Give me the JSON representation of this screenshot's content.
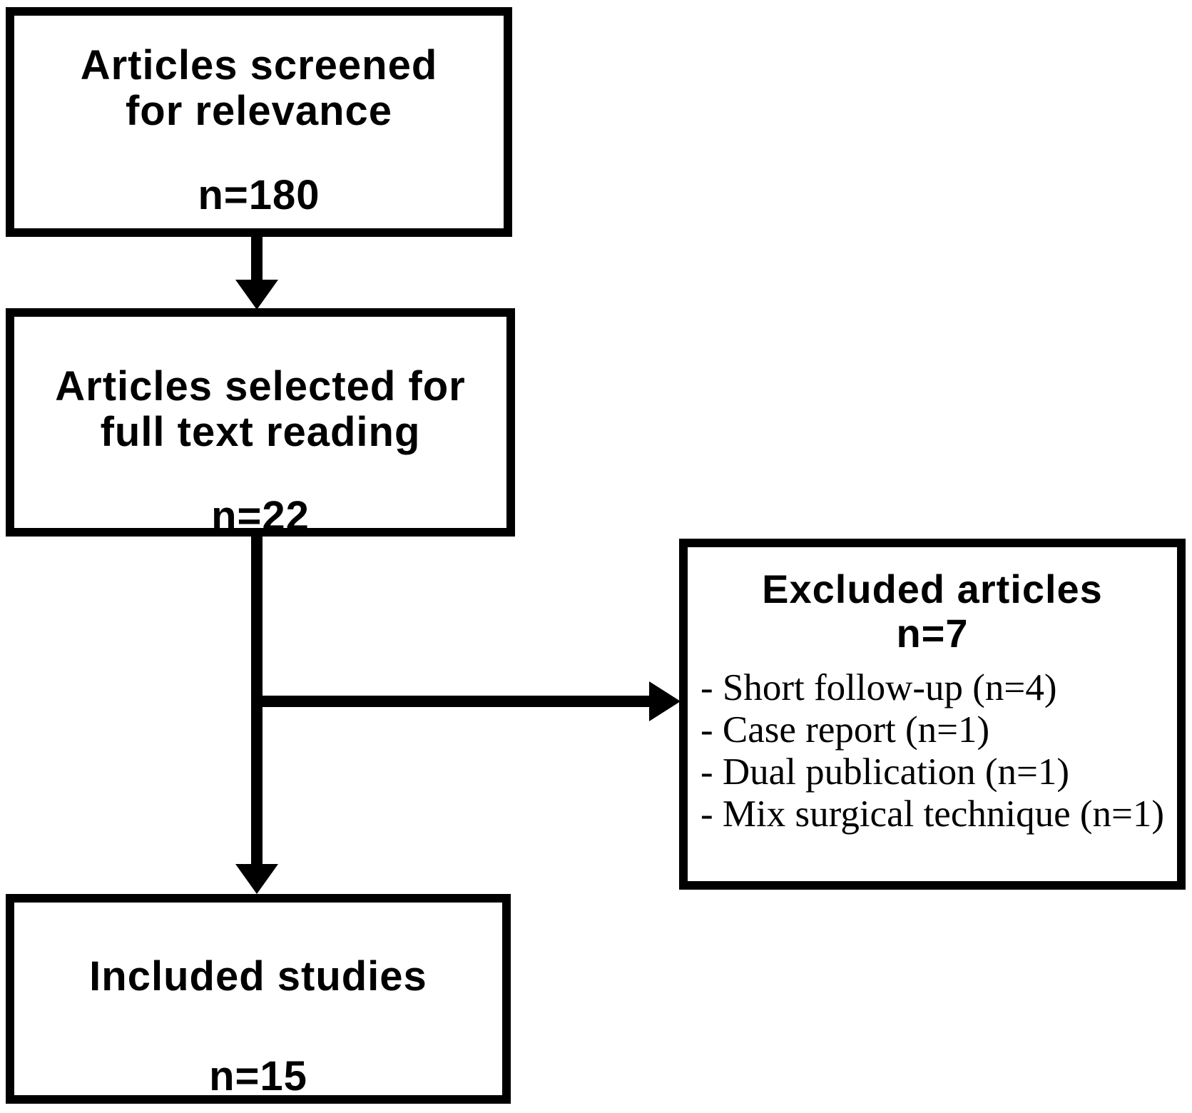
{
  "colors": {
    "background": "#ffffff",
    "line": "#000000",
    "text": "#000000"
  },
  "boxes": {
    "screened": {
      "line1": "Articles screened",
      "line2": "for relevance",
      "count": "n=180"
    },
    "selected": {
      "line1": "Articles selected for",
      "line2": "full text reading",
      "count": "n=22"
    },
    "excluded": {
      "title": "Excluded articles",
      "count": "n=7",
      "items": [
        "- Short follow-up (n=4)",
        "- Case report (n=1)",
        "- Dual publication (n=1)",
        "- Mix surgical technique (n=1)"
      ]
    },
    "included": {
      "line1": "Included studies",
      "count": "n=15"
    }
  }
}
